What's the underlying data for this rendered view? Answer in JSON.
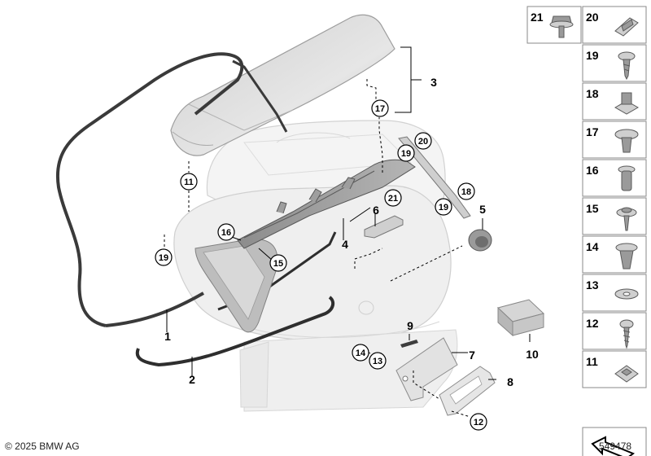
{
  "callouts": [
    {
      "id": "c-1",
      "label": "1",
      "circled": false
    },
    {
      "id": "c-2",
      "label": "2",
      "circled": false
    },
    {
      "id": "c-3",
      "label": "3",
      "circled": false
    },
    {
      "id": "c-4",
      "label": "4",
      "circled": false
    },
    {
      "id": "c-5",
      "label": "5",
      "circled": false
    },
    {
      "id": "c-6",
      "label": "6",
      "circled": false
    },
    {
      "id": "c-7",
      "label": "7",
      "circled": false
    },
    {
      "id": "c-8",
      "label": "8",
      "circled": false
    },
    {
      "id": "c-9",
      "label": "9",
      "circled": false
    },
    {
      "id": "c-10",
      "label": "10",
      "circled": false
    },
    {
      "id": "c-11",
      "label": "11",
      "circled": true
    },
    {
      "id": "c-12",
      "label": "12",
      "circled": true
    },
    {
      "id": "c-13",
      "label": "13",
      "circled": true
    },
    {
      "id": "c-14",
      "label": "14",
      "circled": true
    },
    {
      "id": "c-15",
      "label": "15",
      "circled": true
    },
    {
      "id": "c-16",
      "label": "16",
      "circled": true
    },
    {
      "id": "c-17",
      "label": "17",
      "circled": true
    },
    {
      "id": "c-18",
      "label": "18",
      "circled": true
    },
    {
      "id": "c-19a",
      "label": "19",
      "circled": true
    },
    {
      "id": "c-19b",
      "label": "19",
      "circled": true
    },
    {
      "id": "c-19c",
      "label": "19",
      "circled": true
    },
    {
      "id": "c-20",
      "label": "20",
      "circled": true
    },
    {
      "id": "c-21",
      "label": "21",
      "circled": true
    }
  ],
  "side_panel": [
    {
      "num": "21",
      "icon": "hex-bolt-flange-icon"
    },
    {
      "num": "20",
      "icon": "clip-nut-icon"
    },
    {
      "num": "19",
      "icon": "torx-screw-icon"
    },
    {
      "num": "18",
      "icon": "expanding-nut-icon"
    },
    {
      "num": "17",
      "icon": "push-rivet-icon"
    },
    {
      "num": "16",
      "icon": "plastic-rivet-icon"
    },
    {
      "num": "15",
      "icon": "washer-screw-icon"
    },
    {
      "num": "14",
      "icon": "spreading-rivet-icon"
    },
    {
      "num": "13",
      "icon": "washer-icon"
    },
    {
      "num": "12",
      "icon": "self-tapping-screw-icon"
    },
    {
      "num": "11",
      "icon": "cage-nut-icon"
    }
  ],
  "footer": {
    "copyright": "© 2025 BMW AG",
    "diagram_number": "549478"
  }
}
